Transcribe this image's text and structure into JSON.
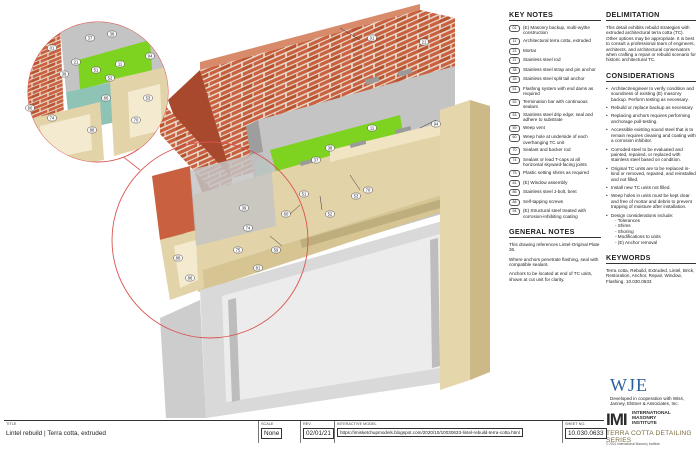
{
  "key_notes": {
    "heading": "KEY NOTES",
    "items": [
      {
        "tag": "01",
        "text": "(E) Masonry backup, multi-wythe construction"
      },
      {
        "tag": "11",
        "text": "Architectural terra cotta, extruded"
      },
      {
        "tag": "21",
        "text": "Mortar"
      },
      {
        "tag": "37",
        "text": "Stainless steel rod"
      },
      {
        "tag": "38",
        "text": "Stainless steel strap and pin anchor"
      },
      {
        "tag": "39",
        "text": "Stainless steel split tail anchor"
      },
      {
        "tag": "51",
        "text": "Flashing system with end dams as required"
      },
      {
        "tag": "52",
        "text": "Termination bar with continuous sealant"
      },
      {
        "tag": "53",
        "text": "Stainless steel drip edge; seal and adhere to substrate"
      },
      {
        "tag": "59",
        "text": "Weep vent"
      },
      {
        "tag": "60",
        "text": "Weep hole at underside of each overhanging TC unit"
      },
      {
        "tag": "70",
        "text": "Sealant and backer rod"
      },
      {
        "tag": "74",
        "text": "Sealant or lead T-caps at all horizontal skyward-facing joints"
      },
      {
        "tag": "75",
        "text": "Plastic setting shims as required"
      },
      {
        "tag": "81",
        "text": "(E) Window assembly"
      },
      {
        "tag": "86",
        "text": "Stainless steel J-bolt, bent"
      },
      {
        "tag": "88",
        "text": "Self-tapping screws"
      },
      {
        "tag": "94",
        "text": "(E) Structural steel treated with corrosion-inhibiting coating"
      }
    ]
  },
  "general_notes": {
    "heading": "GENERAL NOTES",
    "paragraphs": [
      "This drawing references Lintel-Original Plate 36.",
      "Where anchors penetrate flashing, seal with compatible sealant.",
      "Anchors to be located at end of TC units, shown at cut unit for clarity."
    ]
  },
  "delimitation": {
    "heading": "DELIMITATION",
    "text": "This detail exhibits rebuild strategies with extruded architectural terra cotta (TC). Other options may be appropriate. It is best to consult a professional team of engineers, architects, and architectural conservators when crafting a repair or rebuild scenario for historic architectural TC."
  },
  "considerations": {
    "heading": "CONSIDERATIONS",
    "items": [
      "Architect/engineer to verify condition and soundness of existing (E) masonry backup. Perform testing as necessary.",
      "Rebuild or replace backup as necessary.",
      "Replacing anchors requires performing anchorage pull-testing.",
      "Accessible existing sound steel that is to remain requires cleaning and coating with a corrosion inhibitor.",
      "Corroded steel to be evaluated and painted, repaired, or replaced with stainless steel based on condition.",
      "Original TC units are to be replaced in-kind or removed, repaired, and reinstalled and not filled.",
      "Install new TC units not filled.",
      "Weep holes in units must be kept clear and free of mortar and debris to prevent trapping of moisture after installation."
    ],
    "design_intro": "Design considerations include:",
    "design_items": [
      "- Tolerances",
      "- Shims",
      "- Shoring",
      "- Modifications to units",
      "- (E) Anchor removal"
    ]
  },
  "keywords": {
    "heading": "KEYWORDS",
    "text": "Terra cotta, Rebuild, Extruded, Lintel, Brick, Restoration, Anchor, Repair, Window, Flashing, 10.030.0633"
  },
  "credits": {
    "wje_logo": "WJE",
    "wje_note": "Developed in cooperation with Wiss, Janney, Elstner & Associates, Inc.",
    "imi_mark": "IMI",
    "imi_name_1": "INTERNATIONAL",
    "imi_name_2": "MASONRY",
    "imi_name_3": "INSTITUTE",
    "series": "TERRA COTTA DETAILING SERIES",
    "copyright": "© 2021 International Masonry Institute"
  },
  "title_block": {
    "title_label": "TITLE",
    "title": "Lintel rebuild | Terra cotta, extruded",
    "scale_label": "SCALE",
    "scale": "None",
    "rev_label": "REV.",
    "rev": "02/01/21",
    "model_label": "INTERACTIVE MODEL",
    "model": "https://imisketchupmodels.blogspot.com/2020/10/10030633-lintel-rebuild-terra-cotta.html",
    "sheet_label": "SHEET NO.",
    "sheet": "10.030.0633"
  },
  "callouts": {
    "detail": [
      "01",
      "37",
      "38",
      "39",
      "94",
      "11",
      "60",
      "70",
      "74",
      "86",
      "51",
      "52",
      "53",
      "21",
      "88"
    ],
    "main": [
      "01",
      "21",
      "37",
      "38",
      "51",
      "52",
      "53",
      "59",
      "60",
      "70",
      "74",
      "75",
      "81",
      "86",
      "88",
      "94",
      "11",
      "39"
    ]
  },
  "colors": {
    "brick": "#c9603f",
    "brick_dark": "#9c4129",
    "mortar": "#e9e1d3",
    "terracotta": "#e3d3a8",
    "terracotta_shade": "#c9b684",
    "flashing_green": "#7ed321",
    "steel_teal": "#8ec3b5",
    "backup_grey": "#bdbdbd",
    "window_grey": "#d9d9d9",
    "circle_red": "#d9534f"
  }
}
